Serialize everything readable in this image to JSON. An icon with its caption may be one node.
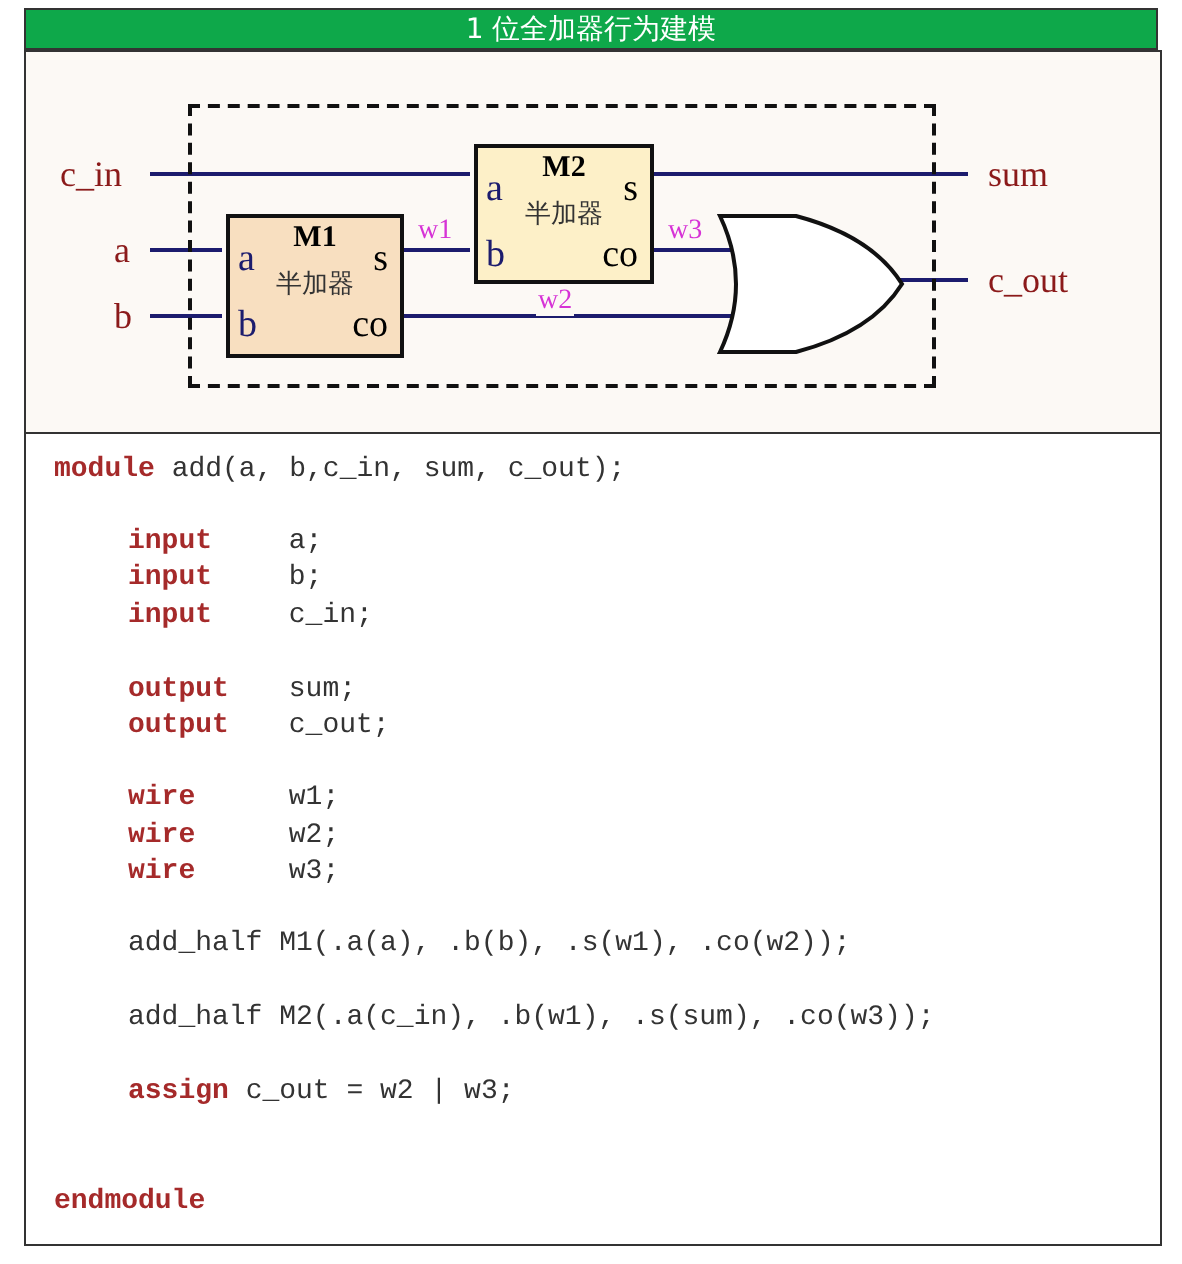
{
  "diagram": {
    "title": "1 位全加器行为建模",
    "nodes": [
      {
        "text": [],
        "shape": "box"
      },
      {
        "text": [
          "M1",
          "半加器",
          "a",
          "b",
          "s",
          "co"
        ],
        "in": 0
      },
      {
        "text": [
          "M2",
          "半加器",
          "a",
          "b",
          "s",
          "co"
        ],
        "in": 0
      },
      {
        "text": [],
        "shape": "gate",
        "in": 0
      },
      {
        "text": [
          "c_in"
        ]
      },
      {
        "text": [
          "a"
        ]
      },
      {
        "text": [
          "b"
        ]
      },
      {
        "text": [
          "sum"
        ]
      },
      {
        "text": [
          "c_out"
        ]
      }
    ],
    "edges": [
      {
        "from": 4,
        "to": 2,
        "arrow": "none"
      },
      {
        "from": 5,
        "to": 1,
        "arrow": "none"
      },
      {
        "from": 6,
        "to": 1,
        "arrow": "none"
      },
      {
        "from": 1,
        "to": 2,
        "arrow": "none",
        "label": "w1"
      },
      {
        "from": 2,
        "to": 3,
        "arrow": "none",
        "label": "w3"
      },
      {
        "from": 1,
        "to": 3,
        "arrow": "none",
        "label": "w2"
      },
      {
        "from": 2,
        "to": 7,
        "arrow": "none"
      },
      {
        "from": 3,
        "to": 8,
        "arrow": "none"
      }
    ],
    "labels": [
      "**module** add(a, b,c_in, sum, c_out);",
      "**input** a;",
      "**input** b;",
      "**input** c_in;",
      "**output** sum;",
      "**output** c_out;",
      "**wire** w1;",
      "**wire** w2;",
      "**wire** w3;",
      "add_half M1(.a(a), .b(b), .s(w1), .co(w2));",
      "add_half M2(.a(c_in), .b(w1), .s(sum), .co(w3));",
      "**assign** c_out = w2 | w3;",
      "**endmodule**"
    ]
  }
}
